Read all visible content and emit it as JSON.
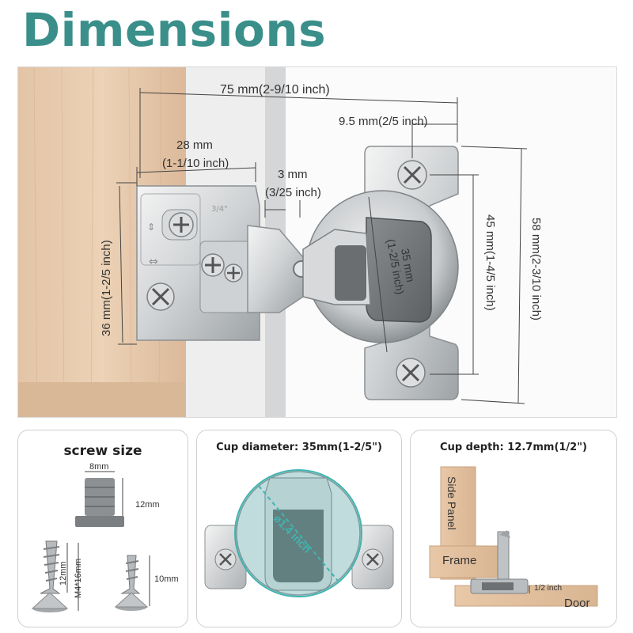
{
  "title": "Dimensions",
  "main": {
    "width_overall": "75 mm(2-9/10 inch)",
    "plate_offset": "9.5 mm(2/5 inch)",
    "arm_width_mm": "28 mm",
    "arm_width_in": "(1-1/10 inch)",
    "gap_mm": "3 mm",
    "gap_in": "(3/25 inch)",
    "arm_height": "36 mm(1-2/5 inch)",
    "cup_mm": "35 mm",
    "cup_in": "(1-2/5 inch)",
    "hole_spacing": "45 mm(1-4/5 inch)",
    "plate_height": "58 mm(2-3/10 inch)",
    "stamp": "3/4\""
  },
  "screw_panel": {
    "title": "screw size",
    "plug_width": "8mm",
    "plug_height": "12mm",
    "screw_length": "12mm",
    "screw_spec": "M4*16mm",
    "short_screw": "10mm"
  },
  "cup_panel": {
    "title": "Cup diameter: 35mm(1-2/5\")",
    "circle_label": "ø1.4 inch",
    "accent_color": "#3fb4b0"
  },
  "depth_panel": {
    "title": "Cup depth: 12.7mm(1/2\")",
    "side_panel": "Side Panel",
    "frame": "Frame",
    "door": "Door",
    "depth": "1/2 inch"
  }
}
